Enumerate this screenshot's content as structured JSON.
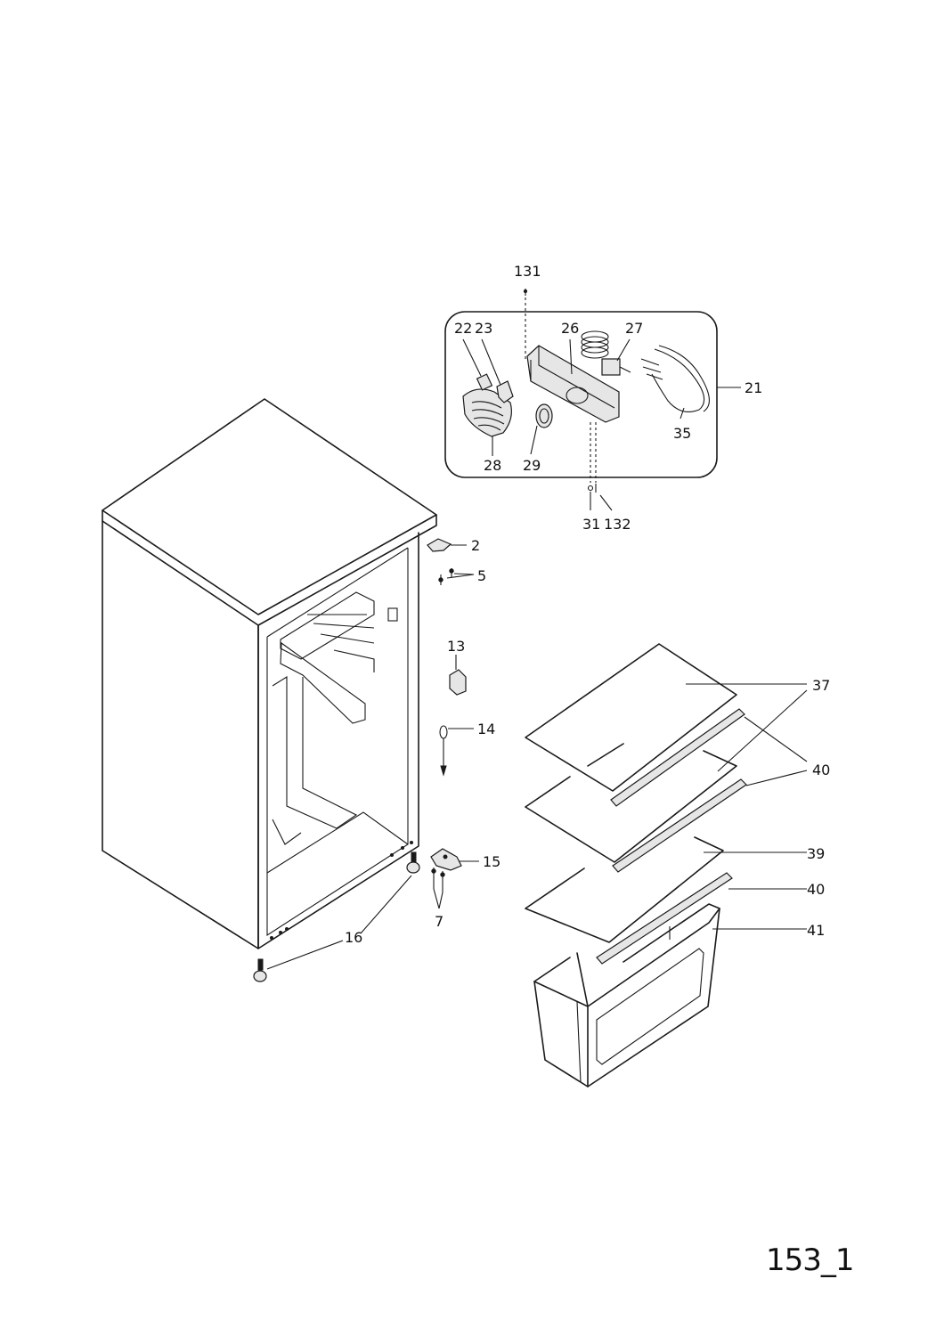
{
  "page_id": "153_1",
  "labels": {
    "l131": "131",
    "l22": "22",
    "l23": "23",
    "l26": "26",
    "l27": "27",
    "l21": "21",
    "l35": "35",
    "l28": "28",
    "l29": "29",
    "l31": "31",
    "l132": "132",
    "l2": "2",
    "l5": "5",
    "l13": "13",
    "l14": "14",
    "l15": "15",
    "l7": "7",
    "l16": "16",
    "l37": "37",
    "l40a": "40",
    "l39": "39",
    "l40b": "40",
    "l41": "41"
  }
}
